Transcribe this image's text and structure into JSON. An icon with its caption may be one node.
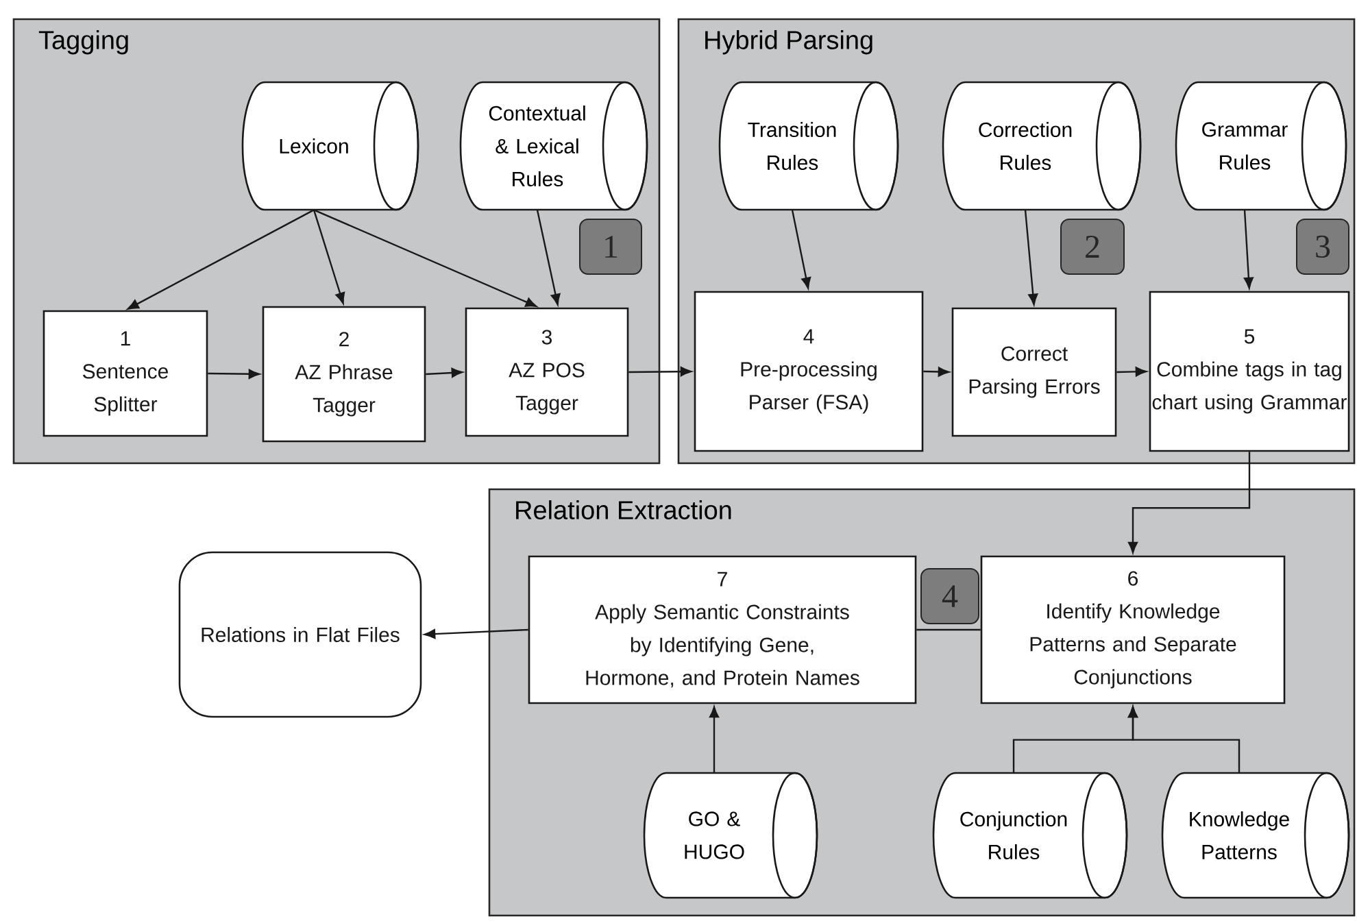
{
  "diagram": {
    "nodes": [
      {
        "text": [
          "Tagging"
        ]
      },
      {
        "text": [
          "Lexicon"
        ],
        "in": 0
      },
      {
        "text": [
          "Contextual & Lexical Rules"
        ],
        "in": 0
      },
      {
        "text": [
          "1"
        ],
        "in": 0
      },
      {
        "text": [
          "1",
          "Sentence Splitter"
        ],
        "in": 0
      },
      {
        "text": [
          "2",
          "AZ Phrase Tagger"
        ],
        "in": 0
      },
      {
        "text": [
          "3",
          "AZ POS Tagger"
        ],
        "in": 0
      },
      {
        "text": [
          "Hybrid Parsing"
        ]
      },
      {
        "text": [
          "Transition Rules"
        ],
        "in": 7
      },
      {
        "text": [
          "Correction Rules"
        ],
        "in": 7
      },
      {
        "text": [
          "Grammar Rules"
        ],
        "in": 7
      },
      {
        "text": [
          "2"
        ],
        "in": 7
      },
      {
        "text": [
          "3"
        ],
        "in": 7
      },
      {
        "text": [
          "4",
          "Pre-processing Parser (FSA)"
        ],
        "in": 7
      },
      {
        "text": [
          "Correct Parsing Errors"
        ],
        "in": 7
      },
      {
        "text": [
          "5",
          "Combine tags in tag chart using Grammar"
        ],
        "in": 7
      },
      {
        "text": [
          "Relation Extraction"
        ]
      },
      {
        "text": [
          "Relations in Flat Files"
        ]
      },
      {
        "text": [
          "7",
          "Apply Semantic Constraints by Identifying Gene, Hormone, and Protein Names"
        ],
        "in": 16
      },
      {
        "text": [
          "4"
        ],
        "in": 16
      },
      {
        "text": [
          "6",
          "Identify Knowledge Patterns and Separate Conjunctions"
        ],
        "in": 16
      },
      {
        "text": [
          "GO & HUGO"
        ],
        "in": 16
      },
      {
        "text": [
          "Conjunction Rules"
        ],
        "in": 16
      },
      {
        "text": [
          "Knowledge Patterns"
        ],
        "in": 16
      }
    ],
    "edges": [
      {
        "from": 1,
        "to": 4,
        "arrow": "to"
      },
      {
        "from": 1,
        "to": 5,
        "arrow": "to"
      },
      {
        "from": 1,
        "to": 6,
        "arrow": "to"
      },
      {
        "from": 2,
        "to": 6,
        "arrow": "to"
      },
      {
        "from": 4,
        "to": 5,
        "arrow": "to"
      },
      {
        "from": 5,
        "to": 6,
        "arrow": "to"
      },
      {
        "from": 6,
        "to": 13,
        "arrow": "to"
      },
      {
        "from": 8,
        "to": 13,
        "arrow": "to"
      },
      {
        "from": 9,
        "to": 14,
        "arrow": "to"
      },
      {
        "from": 10,
        "to": 15,
        "arrow": "to"
      },
      {
        "from": 13,
        "to": 14,
        "arrow": "to"
      },
      {
        "from": 14,
        "to": 15,
        "arrow": "to"
      },
      {
        "from": 15,
        "to": 20,
        "arrow": "to"
      },
      {
        "from": 20,
        "to": 18,
        "arrow": "none"
      },
      {
        "from": 18,
        "to": 17,
        "arrow": "to"
      },
      {
        "from": 21,
        "to": 18,
        "arrow": "to"
      },
      {
        "from": 22,
        "to": 20,
        "arrow": "to"
      },
      {
        "from": 23,
        "to": 20,
        "arrow": "to"
      }
    ]
  }
}
